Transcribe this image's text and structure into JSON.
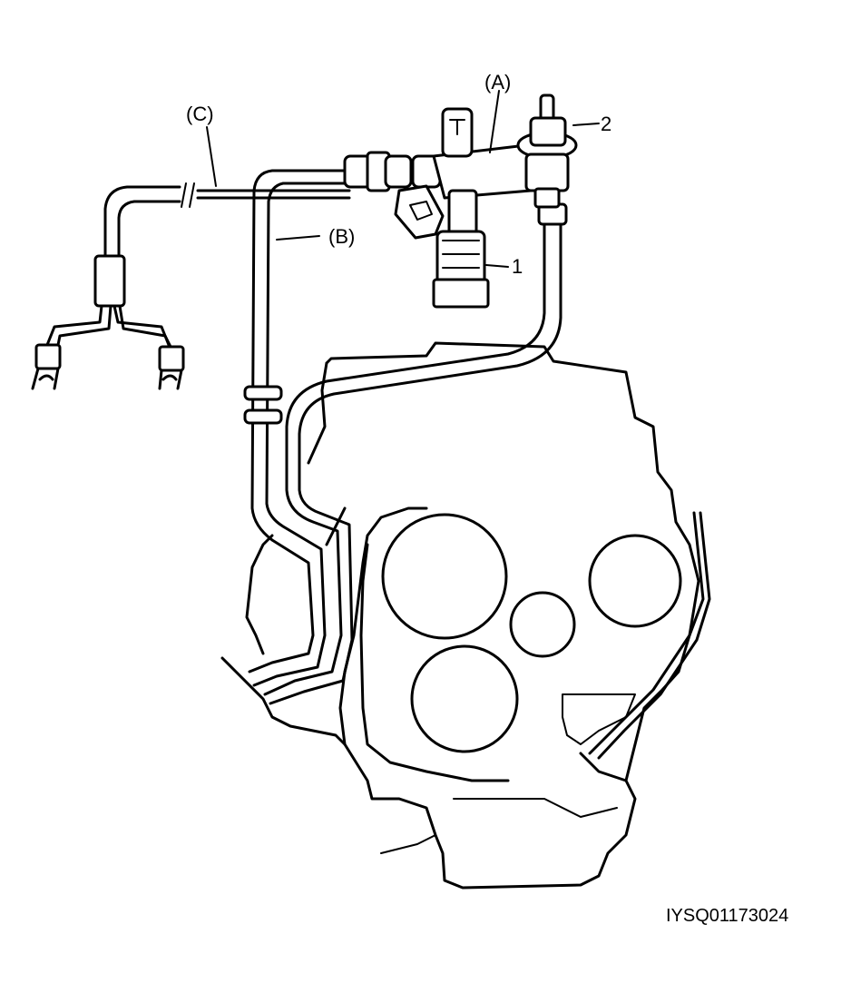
{
  "labels": {
    "a": "(A)",
    "b": "(B)",
    "c": "(C)",
    "part1": "1",
    "part2": "2"
  },
  "figure_code": "IYSQ01173024"
}
